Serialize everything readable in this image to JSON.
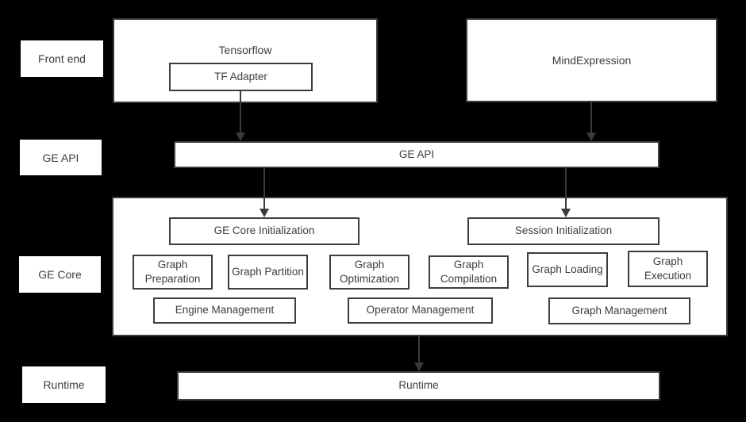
{
  "colors": {
    "background": "#000000",
    "box_fill": "#ffffff",
    "border": "#3d3d3d",
    "text": "#3d3d3d",
    "arrow": "#3a3a3a"
  },
  "side_labels": {
    "front_end": "Front end",
    "ge_api": "GE API",
    "ge_core": "GE Core",
    "runtime": "Runtime"
  },
  "front_end": {
    "tensorflow_label": "Tensorflow",
    "tf_adapter_label": "TF Adapter",
    "mindexpression_label": "MindExpression"
  },
  "ge_api_bar": {
    "label": "GE API"
  },
  "ge_core": {
    "ge_core_initialization": "GE Core Initialization",
    "session_initialization": "Session Initialization",
    "stages": [
      "Graph Preparation",
      "Graph Partition",
      "Graph Optimization",
      "Graph Compilation",
      "Graph Loading",
      "Graph Execution"
    ],
    "management": [
      "Engine Management",
      "Operator Management",
      "Graph Management"
    ]
  },
  "runtime_bar": {
    "label": "Runtime"
  }
}
